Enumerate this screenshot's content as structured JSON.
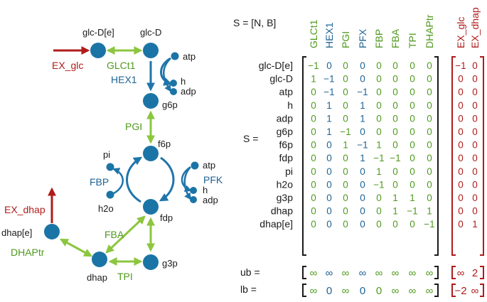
{
  "network": {
    "metabolites": {
      "glc_e": "glc-D[e]",
      "glc_c": "glc-D",
      "atp_top": "atp",
      "h_top": "h",
      "adp_top": "adp",
      "g6p": "g6p",
      "f6p": "f6p",
      "pi": "pi",
      "atp_mid": "atp",
      "h_mid": "h",
      "adp_mid": "adp",
      "h2o": "h2o",
      "fdp": "fdp",
      "dhap_e": "dhap[e]",
      "dhap": "dhap",
      "g3p": "g3p"
    },
    "reactions": {
      "ex_glc": "EX_glc",
      "glct1": "GLCt1",
      "hex1": "HEX1",
      "pgi": "PGI",
      "fbp": "FBP",
      "pfk": "PFK",
      "ex_dhap": "EX_dhap",
      "fba": "FBA",
      "dhaptr": "DHAPtr",
      "tpi": "TPI"
    },
    "colors": {
      "node": "#1b74a6",
      "green": "#8cc63f",
      "blue": "#1f6394",
      "red": "#b01b1b",
      "label_green": "#4f9a1e"
    }
  },
  "matrix": {
    "title": "S  =  [N, B]",
    "s_label": "S  =",
    "columns": [
      {
        "name": "GLCt1",
        "color": "green"
      },
      {
        "name": "HEX1",
        "color": "blue"
      },
      {
        "name": "PGI",
        "color": "green"
      },
      {
        "name": "PFX",
        "color": "blue"
      },
      {
        "name": "FBP",
        "color": "green"
      },
      {
        "name": "FBA",
        "color": "green"
      },
      {
        "name": "TPI",
        "color": "green"
      },
      {
        "name": "DHAPtr",
        "color": "green"
      }
    ],
    "b_columns": [
      "EX_glc",
      "EX_dhap"
    ],
    "rows": [
      {
        "label": "glc-D[e]",
        "n": [
          "−1",
          "0",
          "0",
          "0",
          "0",
          "0",
          "0",
          "0"
        ],
        "b": [
          "−1",
          "0"
        ]
      },
      {
        "label": "glc-D",
        "n": [
          "1",
          "−1",
          "0",
          "0",
          "0",
          "0",
          "0",
          "0"
        ],
        "b": [
          "0",
          "0"
        ]
      },
      {
        "label": "atp",
        "n": [
          "0",
          "−1",
          "0",
          "−1",
          "0",
          "0",
          "0",
          "0"
        ],
        "b": [
          "0",
          "0"
        ]
      },
      {
        "label": "h",
        "n": [
          "0",
          "1",
          "0",
          "1",
          "0",
          "0",
          "0",
          "0"
        ],
        "b": [
          "0",
          "0"
        ]
      },
      {
        "label": "adp",
        "n": [
          "0",
          "1",
          "0",
          "1",
          "0",
          "0",
          "0",
          "0"
        ],
        "b": [
          "0",
          "0"
        ]
      },
      {
        "label": "g6p",
        "n": [
          "0",
          "1",
          "−1",
          "0",
          "0",
          "0",
          "0",
          "0"
        ],
        "b": [
          "0",
          "0"
        ]
      },
      {
        "label": "f6p",
        "n": [
          "0",
          "0",
          "1",
          "−1",
          "1",
          "0",
          "0",
          "0"
        ],
        "b": [
          "0",
          "0"
        ]
      },
      {
        "label": "fdp",
        "n": [
          "0",
          "0",
          "0",
          "1",
          "−1",
          "−1",
          "0",
          "0"
        ],
        "b": [
          "0",
          "0"
        ]
      },
      {
        "label": "pi",
        "n": [
          "0",
          "0",
          "0",
          "0",
          "1",
          "0",
          "0",
          "0"
        ],
        "b": [
          "0",
          "0"
        ]
      },
      {
        "label": "h2o",
        "n": [
          "0",
          "0",
          "0",
          "0",
          "−1",
          "0",
          "0",
          "0"
        ],
        "b": [
          "0",
          "0"
        ]
      },
      {
        "label": "g3p",
        "n": [
          "0",
          "0",
          "0",
          "0",
          "0",
          "1",
          "1",
          "0"
        ],
        "b": [
          "0",
          "0"
        ]
      },
      {
        "label": "dhap",
        "n": [
          "0",
          "0",
          "0",
          "0",
          "0",
          "1",
          "−1",
          "1"
        ],
        "b": [
          "0",
          "0"
        ]
      },
      {
        "label": "dhap[e]",
        "n": [
          "0",
          "0",
          "0",
          "0",
          "0",
          "0",
          "0",
          "−1"
        ],
        "b": [
          "0",
          "1"
        ]
      }
    ],
    "ub_label": "ub  =",
    "lb_label": "lb  =",
    "ub": [
      "∞",
      "∞",
      "∞",
      "∞",
      "∞",
      "∞",
      "∞",
      "∞"
    ],
    "ub_b": [
      "∞",
      "2"
    ],
    "lb": [
      "∞",
      "0",
      "∞",
      "0",
      "0",
      "∞",
      "∞",
      "∞"
    ],
    "lb_b": [
      "−2",
      "∞"
    ]
  }
}
